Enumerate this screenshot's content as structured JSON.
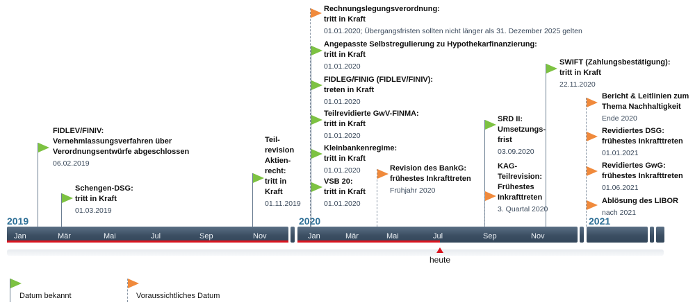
{
  "years": [
    "2019",
    "2020",
    "2021"
  ],
  "months": [
    "Jan",
    "Mär",
    "Mai",
    "Jul",
    "Sep",
    "Nov",
    "Jan",
    "Mär",
    "Mai",
    "Jul",
    "Sep",
    "Nov"
  ],
  "today_label": "heute",
  "legend": {
    "known": "Datum bekannt",
    "expected": "Voraussichtliches Datum"
  },
  "colors": {
    "known_flag": "#7dc242",
    "expected_flag": "#f08a3c",
    "bar": "#3c4f63",
    "today_line": "#d9141f",
    "year_text": "#2e6f96"
  },
  "events": [
    {
      "id": "fidlev",
      "title": "FIDLEV/FINIV:\nVernehmlassungsverfahren über\nVerordnungsentwürfe abgeschlossen",
      "date": "06.02.2019",
      "status": "known"
    },
    {
      "id": "schengen",
      "title": "Schengen-DSG:\ntritt in Kraft",
      "date": "01.03.2019",
      "status": "known"
    },
    {
      "id": "aktienrecht",
      "title": "Teil-\nrevision\nAktien-\nrecht:\ntritt in\nKraft",
      "date": "01.11.2019",
      "status": "known"
    },
    {
      "id": "rlv",
      "title": "Rechnungslegungsverordnung:\ntritt in Kraft",
      "date": "01.01.2020; Übergangsfristen sollten nicht länger als 31. Dezember 2025 gelten",
      "status": "expected"
    },
    {
      "id": "selbstreg",
      "title": "Angepasste Selbstregulierung zu Hypothekarfinanzierung:\ntritt in Kraft",
      "date": "01.01.2020",
      "status": "known"
    },
    {
      "id": "fidleg",
      "title": "FIDLEG/FINIG (FIDLEV/FINIV):\ntreten in Kraft",
      "date": "01.01.2020",
      "status": "known"
    },
    {
      "id": "gwv",
      "title": "Teilrevidierte GwV-FINMA:\ntritt in Kraft",
      "date": "01.01.2020",
      "status": "known"
    },
    {
      "id": "kleinbank",
      "title": "Kleinbankenregime:\ntritt in Kraft",
      "date": "01.01.2020",
      "status": "known"
    },
    {
      "id": "vsb",
      "title": "VSB 20:\ntritt in Kraft",
      "date": "01.01.2020",
      "status": "known"
    },
    {
      "id": "bankg",
      "title": "Revision des BankG:\nfrühestes Inkrafttreten",
      "date": "Frühjahr 2020",
      "status": "expected"
    },
    {
      "id": "srd",
      "title": "SRD II:\nUmsetzungs-\nfrist",
      "date": "03.09.2020",
      "status": "known"
    },
    {
      "id": "kag",
      "title": "KAG-\nTeilrevision:\nFrühestes\nInkrafttreten",
      "date": "3. Quartal 2020",
      "status": "expected"
    },
    {
      "id": "swift",
      "title": "SWIFT (Zahlungsbestätigung):\ntritt in Kraft",
      "date": "22.11.2020",
      "status": "known"
    },
    {
      "id": "nachhaltig",
      "title": "Bericht & Leitlinien zum\nThema Nachhaltigkeit",
      "date": "Ende 2020",
      "status": "expected"
    },
    {
      "id": "dsg",
      "title": "Revidiertes DSG:\nfrühestes Inkrafttreten",
      "date": "01.01.2021",
      "status": "expected"
    },
    {
      "id": "gwg",
      "title": "Revidiertes GwG:\nfrühestes Inkrafttreten",
      "date": "01.06.2021",
      "status": "expected"
    },
    {
      "id": "libor",
      "title": "Ablösung des LIBOR",
      "date": "nach 2021",
      "status": "expected"
    }
  ]
}
